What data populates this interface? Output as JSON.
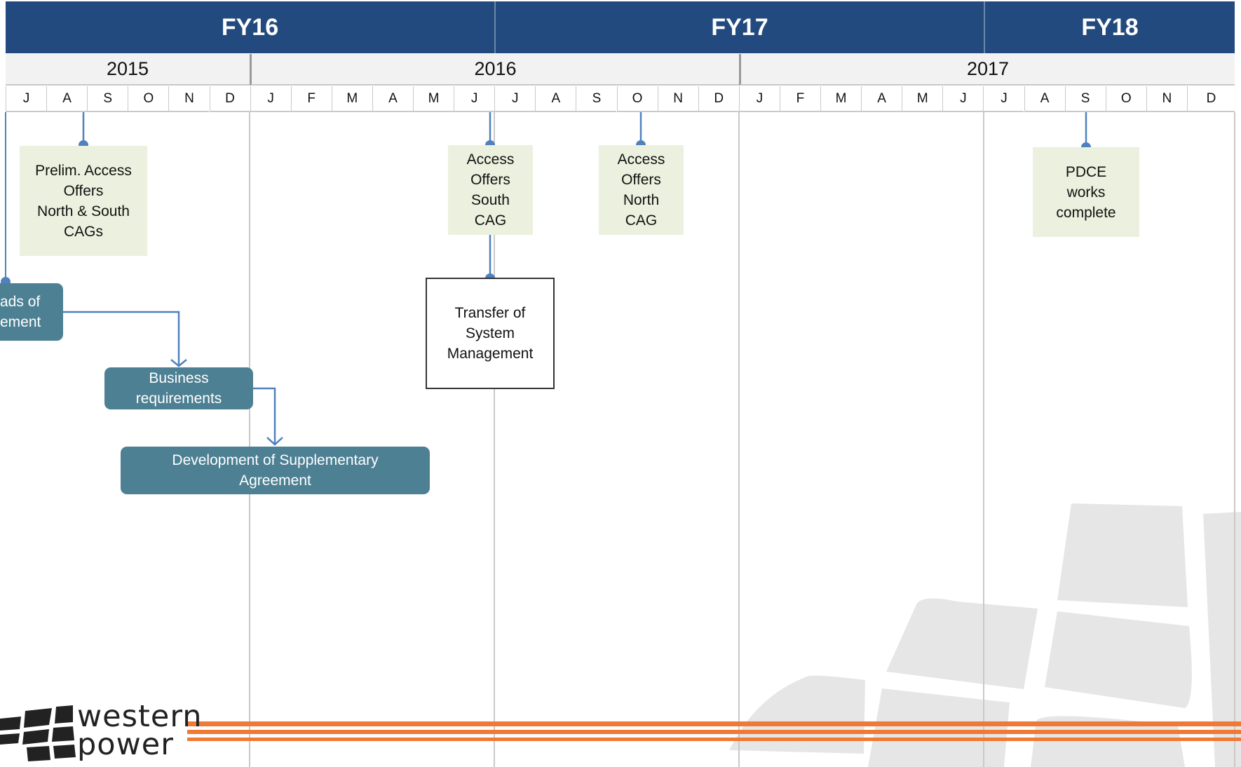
{
  "header": {
    "fiscal_years": [
      "FY16",
      "FY17",
      "FY18"
    ],
    "years": [
      "2015",
      "2016",
      "2017"
    ],
    "months": [
      "J",
      "A",
      "S",
      "O",
      "N",
      "D",
      "J",
      "F",
      "M",
      "A",
      "M",
      "J",
      "J",
      "A",
      "S",
      "O",
      "N",
      "D",
      "J",
      "F",
      "M",
      "A",
      "M",
      "J",
      "J",
      "A",
      "S",
      "O",
      "N",
      "D"
    ]
  },
  "milestones": {
    "prelim": [
      "Prelim. Access",
      "Offers",
      "North & South",
      "CAGs"
    ],
    "south": [
      "Access",
      "Offers",
      "South",
      "CAG"
    ],
    "north": [
      "Access",
      "Offers",
      "North",
      "CAG"
    ],
    "pdce": [
      "PDCE",
      "works",
      "complete"
    ],
    "transfer": [
      "Transfer of",
      "System",
      "Management"
    ]
  },
  "tasks": {
    "heads": [
      "ads of",
      "ement"
    ],
    "business": [
      "Business",
      "requirements"
    ],
    "development": [
      "Development of Supplementary",
      "Agreement"
    ]
  },
  "colors": {
    "header_blue": "#224a7e",
    "task_teal": "#4d8093",
    "note_green": "#ebf1de",
    "connector_blue": "#4f81bd",
    "stripe_orange": "#f07a35"
  },
  "logo": {
    "line1": "western",
    "line2": "power"
  }
}
